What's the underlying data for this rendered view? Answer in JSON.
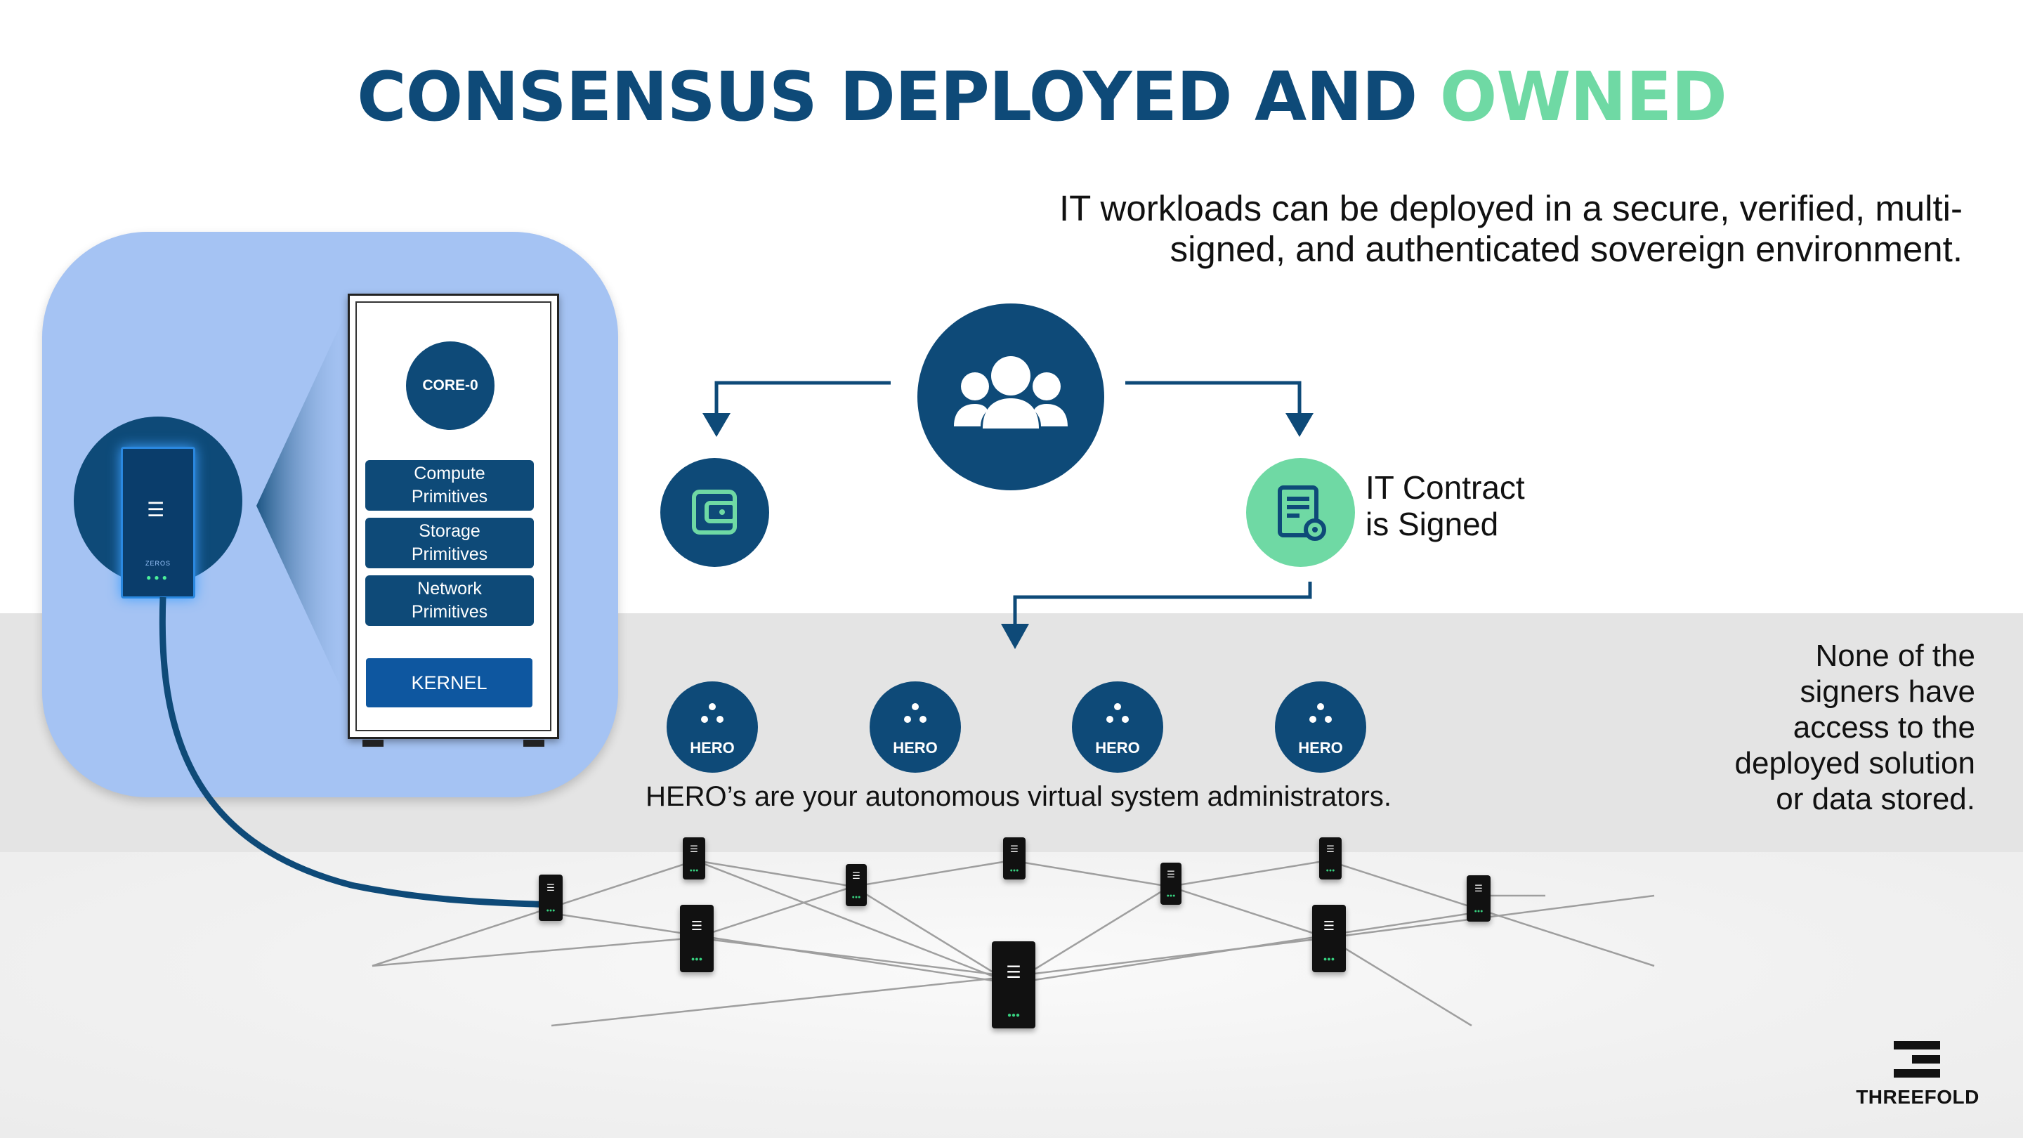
{
  "title": {
    "main": "CONSENSUS DEPLOYED AND ",
    "accent": "OWNED"
  },
  "intro": "IT workloads can be deployed in a secure, verified, multi-signed, and authenticated sovereign environment.",
  "node_stack": {
    "core": "CORE-0",
    "primitives": [
      "Compute\nPrimitives",
      "Storage\nPrimitives",
      "Network\nPrimitives"
    ],
    "kernel": "KERNEL",
    "device_brand": "ZEROS"
  },
  "contract": {
    "label": "IT Contract\nis Signed"
  },
  "heroes": {
    "labels": [
      "HERO",
      "HERO",
      "HERO",
      "HERO"
    ],
    "caption": "HERO’s are your autonomous virtual system administrators."
  },
  "signers_note": "None of the\nsigners have\naccess to the\ndeployed solution\nor data stored.",
  "brand": {
    "name": "THREEFOLD"
  },
  "icons": [
    "group-icon",
    "wallet-icon",
    "contract-icon",
    "hero-dots-icon",
    "threefold-logo-icon",
    "down-arrow-icon"
  ],
  "colors": {
    "navy": "#0e4a78",
    "green": "#6fd9a4",
    "panel": "#a5c3f3",
    "band": "#e4e4e4"
  }
}
